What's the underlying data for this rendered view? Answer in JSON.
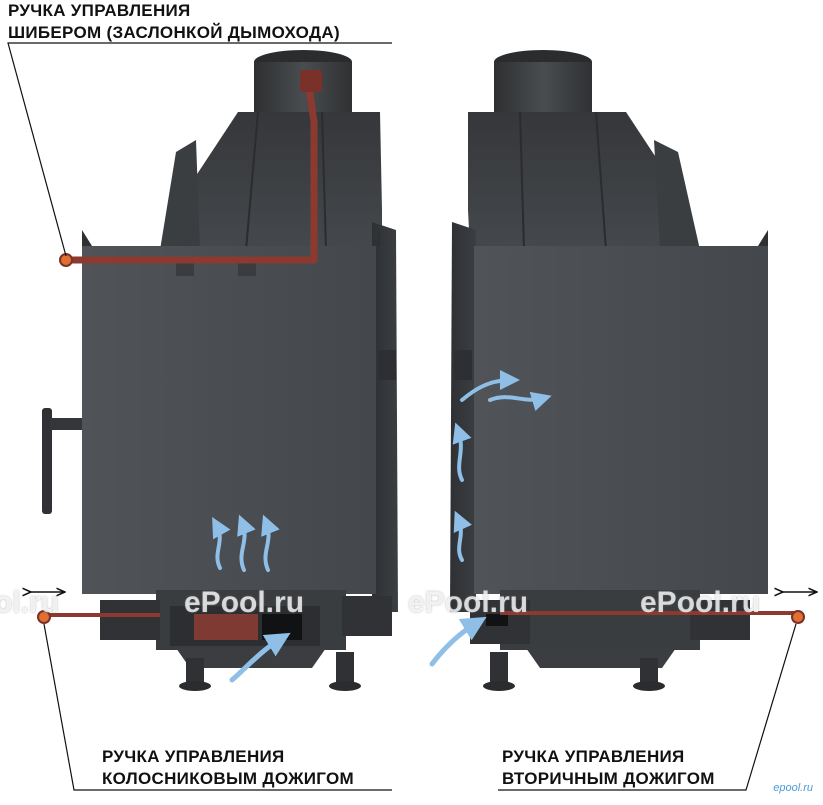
{
  "labels": {
    "damper_handle": [
      "РУЧКА УПРАВЛЕНИЯ",
      "ШИБЕРОМ (ЗАСЛОНКОЙ ДЫМОХОДА)"
    ],
    "grate_afterburn_handle": [
      "РУЧКА УПРАВЛЕНИЯ",
      "КОЛОСНИКОВЫМ ДОЖИГОМ"
    ],
    "secondary_afterburn_handle": [
      "РУЧКА УПРАВЛЕНИЯ",
      "ВТОРИЧНЫМ ДОЖИГОМ"
    ]
  },
  "watermarks": [
    "ol.ru",
    "ePool.ru",
    "ePool.ru",
    "ePool.ru"
  ],
  "corner_mark": "epool.ru",
  "colors": {
    "body_dark": "#3a3c3f",
    "body_mid": "#4b4e52",
    "body_light": "#5d6165",
    "rod_red": "#8c3a30",
    "knob_orange": "#e07030",
    "airflow_blue": "#8fbfe6"
  }
}
